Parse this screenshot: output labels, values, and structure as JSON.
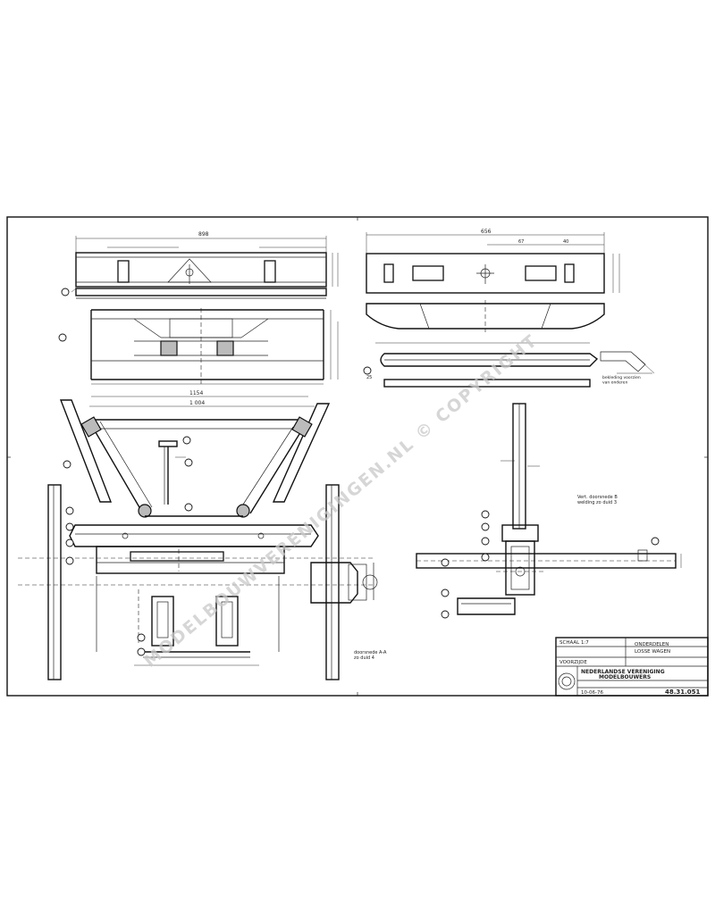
{
  "dimensions": {
    "top_left_overall": "898",
    "top_right_overall": "656",
    "hopper_overall": "1154",
    "hopper_inner": "1 004",
    "top_right_offset_a": "67",
    "top_right_offset_b": "40"
  },
  "notes": {
    "right_view": "Vert. doorsnede B\nwelding zo duid 3",
    "bottom_view": "doorsnede A-A\nzo duid 4",
    "pipe_note": "bekleding voorzien\nvan onderen"
  },
  "title_block": {
    "row1_left": "SCHAAL 1:7",
    "row1_right_line1": "ONDERDELEN",
    "row1_right_line2": "LOSSE WAGEN",
    "row2_left": "VOORZIJDE",
    "org_line1": "NEDERLANDSE VERENIGING",
    "org_line2": "MODELBOUWERS",
    "drawing_number": "48.31.051",
    "date": "10-06-76"
  },
  "watermark": "MODELBOUWVERENIGINGEN.NL © COPYRIGHT",
  "colors": {
    "line": "#111111",
    "watermark": "#c9c9c9",
    "paper": "#ffffff"
  }
}
